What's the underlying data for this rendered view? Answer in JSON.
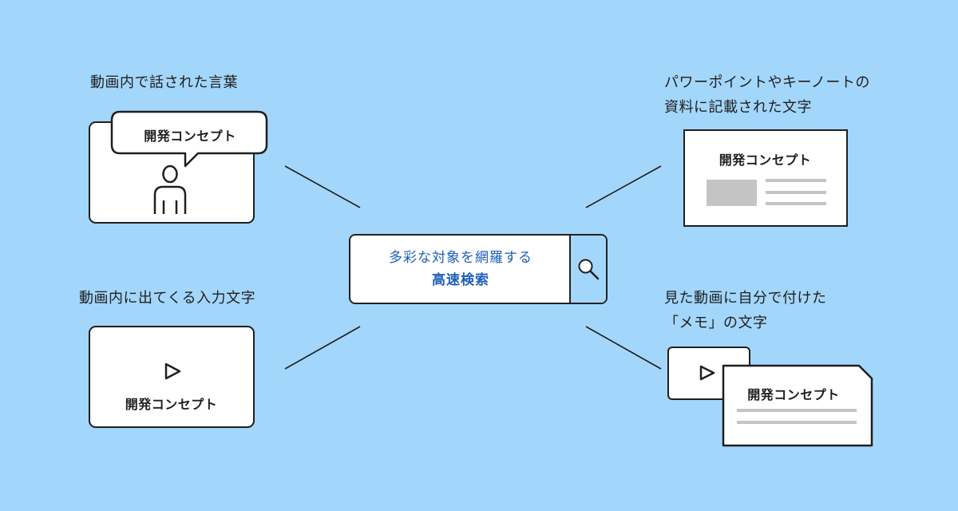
{
  "center": {
    "line1": "多彩な対象を網羅する",
    "line2": "高速検索",
    "search_icon": "magnifier-icon"
  },
  "top_left": {
    "label": "動画内で話された言葉",
    "bubble_text": "開発コンセプト",
    "icon": "person-icon"
  },
  "top_right": {
    "label_line1": "パワーポイントやキーノートの",
    "label_line2": "資料に記載された文字",
    "slide_title": "開発コンセプト"
  },
  "bottom_left": {
    "label": "動画内に出てくる入力文字",
    "card_text": "開発コンセプト",
    "icon": "play-icon"
  },
  "bottom_right": {
    "label_line1": "見た動画に自分で付けた",
    "label_line2": "「メモ」の文字",
    "memo_text": "開発コンセプト",
    "icon": "play-icon"
  },
  "colors": {
    "background": "#a3d6fb",
    "accent_text": "#1d5fb8",
    "stroke": "#1f1f1f",
    "placeholder_gray": "#c4c4c4"
  }
}
